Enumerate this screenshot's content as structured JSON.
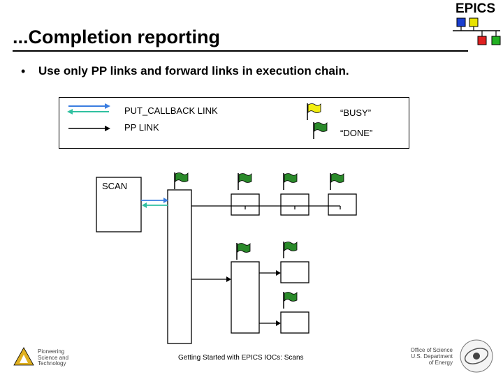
{
  "header": {
    "title": "...Completion reporting",
    "logo_text": "EPICS",
    "logo_colors": [
      "#1a3fd0",
      "#e8e200",
      "#e02020",
      "#22b022"
    ]
  },
  "bullet": {
    "text": "Use only PP links and forward links in execution chain."
  },
  "legend": {
    "put_callback_label": "PUT_CALLBACK LINK",
    "pp_link_label": "PP LINK",
    "busy_label": "“BUSY”",
    "done_label": "“DONE”",
    "busy_flag_color": "#f2ee10",
    "done_flag_color": "#2a8a2a",
    "put_callback_colors": [
      "#3a7de0",
      "#30c0a0"
    ]
  },
  "diagram": {
    "scan_label": "SCAN"
  },
  "footer": {
    "left_text": "Pioneering\nScience and\nTechnology",
    "center_text": "Getting Started with EPICS IOCs: Scans",
    "right_text": "Office of Science\nU.S. Department\nof Energy"
  }
}
